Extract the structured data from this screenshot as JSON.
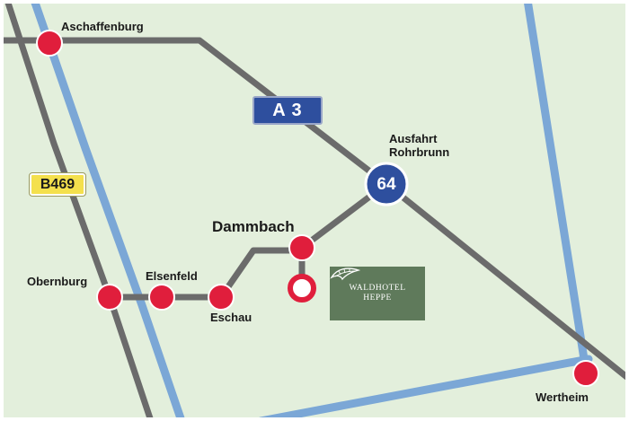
{
  "map": {
    "background_color": "#e3efdc",
    "road_color": "#6b6b6b",
    "river_color": "#7ba7d6",
    "marker_color": "#e01e3c"
  },
  "roads": {
    "autobahn_label": "A 3",
    "federal_label": "B469"
  },
  "exit": {
    "number": "64",
    "label_line1": "Ausfahrt",
    "label_line2": "Rohrbrunn"
  },
  "places": {
    "aschaffenburg": "Aschaffenburg",
    "dammbach": "Dammbach",
    "obernburg": "Obernburg",
    "elsenfeld": "Elsenfeld",
    "eschau": "Eschau",
    "wertheim": "Wertheim"
  },
  "hotel": {
    "logo_icon": "leaf-logo-icon",
    "name_line1": "WALDHOTEL",
    "name_line2": "HEPPE"
  }
}
